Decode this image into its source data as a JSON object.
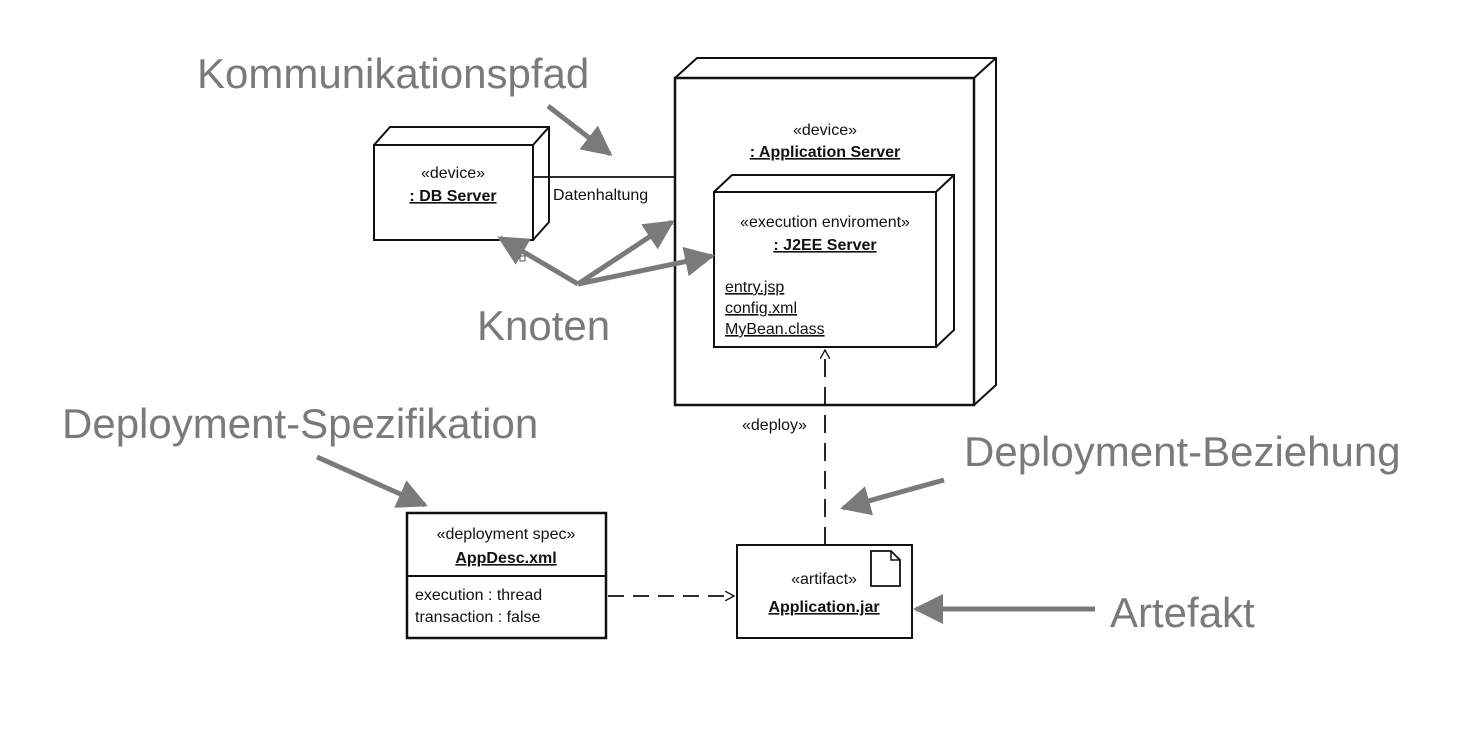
{
  "annotations": {
    "communication_path": "Kommunikationspfad",
    "nodes": "Knoten",
    "deployment_spec": "Deployment-Spezifikation",
    "deployment_relation": "Deployment-Beziehung",
    "artifact": "Artefakt"
  },
  "db_server": {
    "stereotype": "«device»",
    "name": ": DB Server"
  },
  "connection_label": "Datenhaltung",
  "app_server": {
    "stereotype": "«device»",
    "name": ": Application Server"
  },
  "j2ee_server": {
    "stereotype": "«execution enviroment»",
    "name": ": J2EE Server",
    "files": [
      "entry.jsp",
      "config.xml",
      "MyBean.class"
    ]
  },
  "deploy_label": "«deploy»",
  "deployment_spec": {
    "stereotype": "«deployment spec»",
    "name": "AppDesc.xml",
    "properties": [
      "execution : thread",
      "transaction : false"
    ]
  },
  "artifact": {
    "stereotype": "«artifact»",
    "name": "Application.jar"
  },
  "colors": {
    "annotation": "#7a7a7a",
    "uml": "#111111"
  }
}
